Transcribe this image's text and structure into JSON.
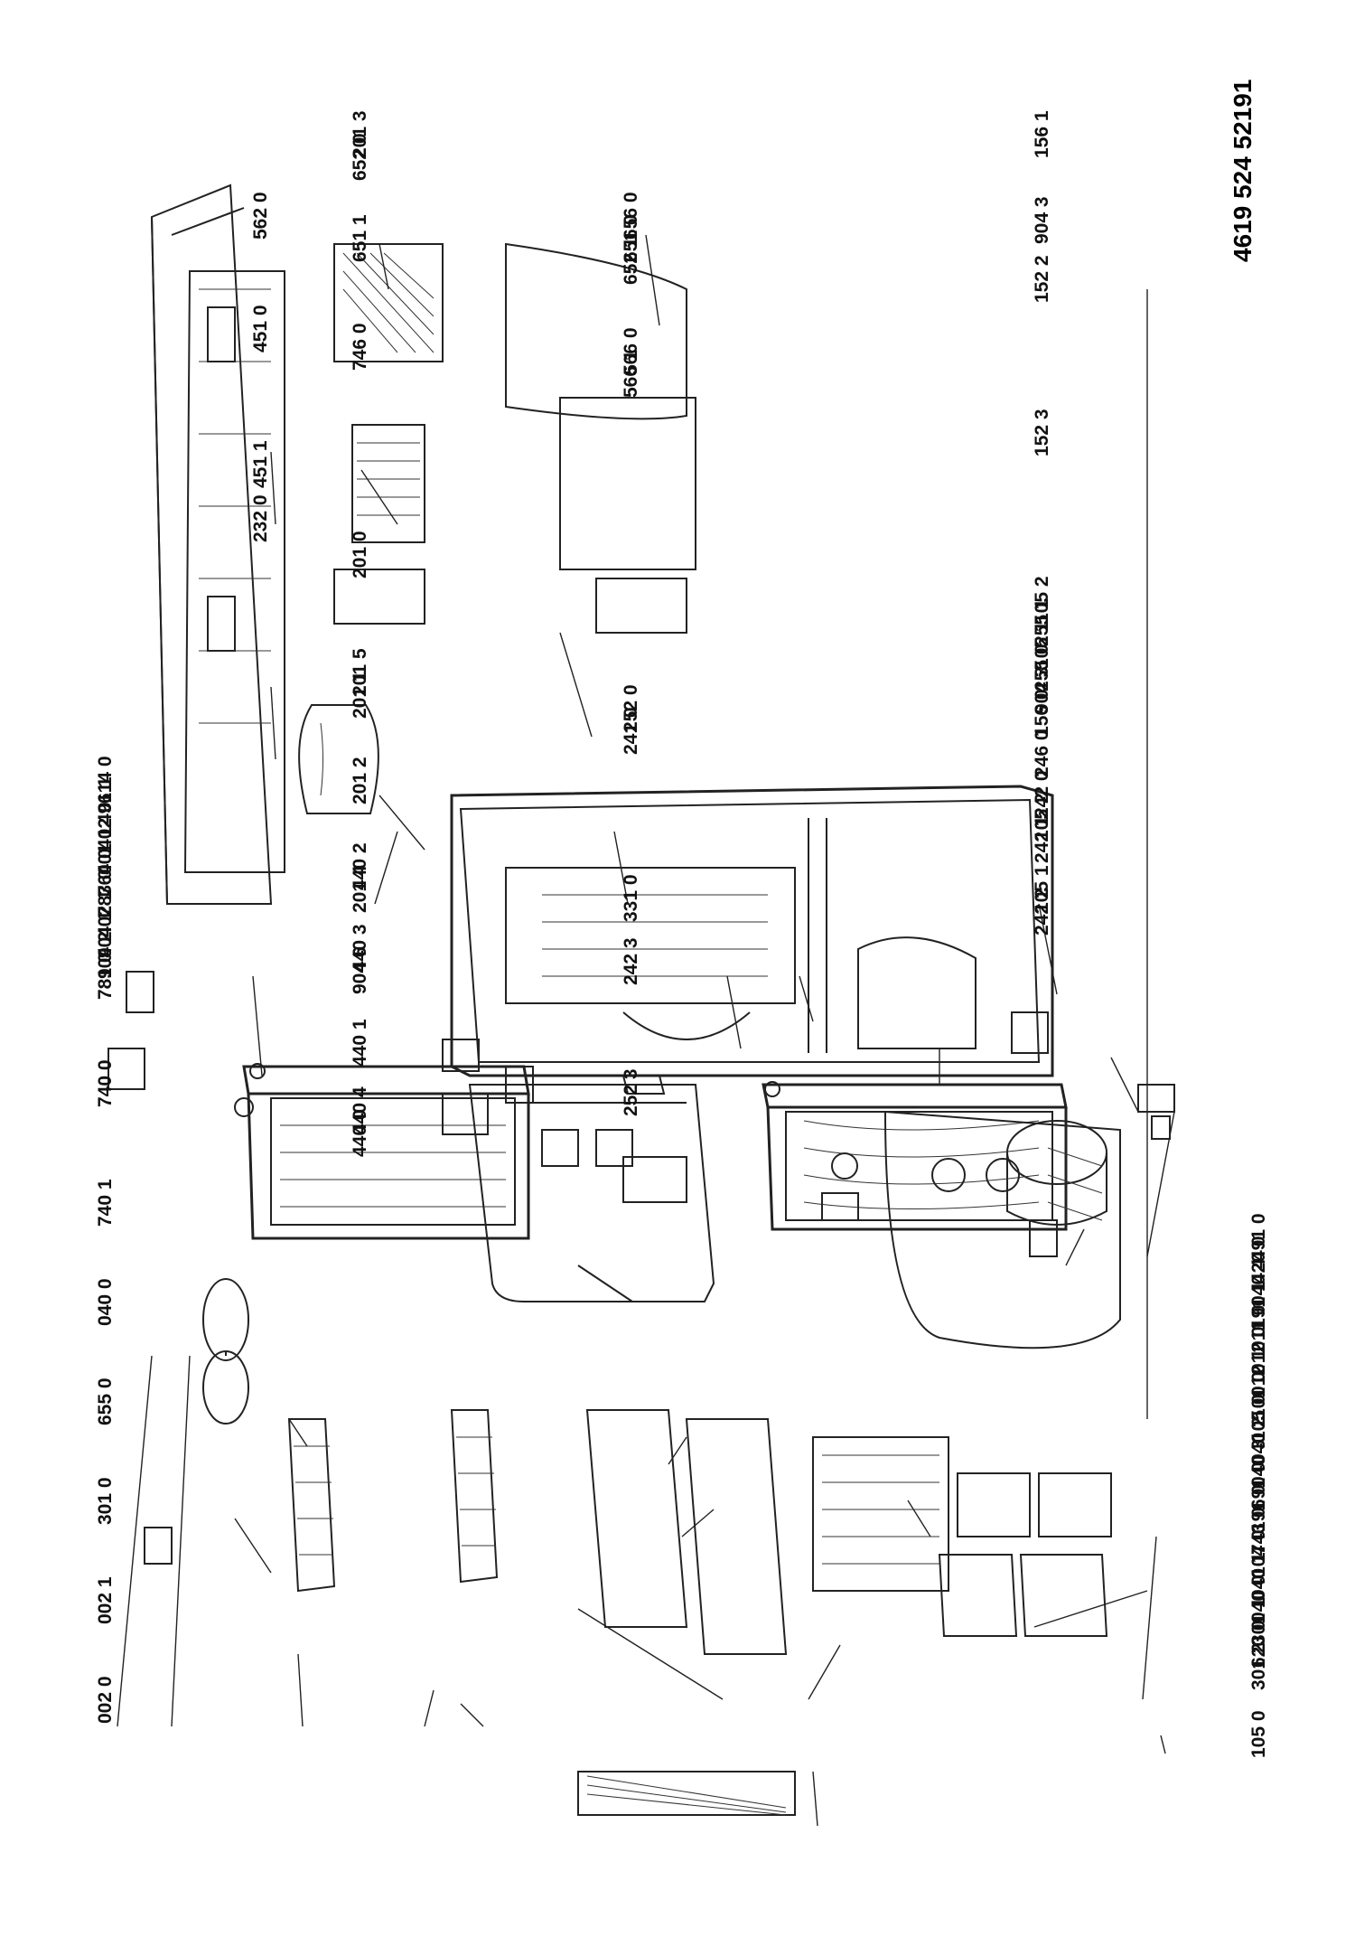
{
  "document_number": "4619 524 52191",
  "labels": {
    "l0020": "002 0",
    "l0021": "002 1",
    "l3010": "301 0",
    "l6550": "655 0",
    "l0400a": "040 0",
    "l7401": "740 1",
    "l7400": "740 0",
    "l7810": "781 0",
    "l9042": "904 2",
    "l9041": "904 1",
    "l4021": "402 1",
    "l7830": "783 0",
    "l7640": "764 0",
    "l0011": "001 1",
    "l4020": "402 0",
    "l4911": "491 1",
    "l6140": "614 0",
    "l1050a": "105 0",
    "l3012": "301 2",
    "l6200": "620 0",
    "l3011": "301 1",
    "l0400b": "040 0",
    "l0401": "040 1",
    "l1040": "104 0",
    "l7430": "743 0",
    "l1910": "191 0",
    "l6910": "691 0",
    "l0403": "040 3",
    "l0402": "040 2",
    "l1050b": "105 0",
    "l1010": "101 0",
    "l0121": "012 1",
    "l0120": "012 0",
    "l0110": "011 0",
    "l1911": "191 1",
    "l0404": "040 4",
    "l4200": "420 0",
    "l4910": "491 0",
    "l1561": "156 1",
    "l9043a": "904 3",
    "l1522": "152 2",
    "l1523": "152 3",
    "l1052a": "105 2",
    "l2551": "255 1",
    "l1051a": "105 1",
    "l2550": "255 0",
    "l9043b": "904 3",
    "l1560": "156 0",
    "l2460": "246 0",
    "l2420": "242 0",
    "l1052b": "105 2",
    "l2421": "242 1",
    "l1051b": "105 1",
    "l2422": "242 2",
    "l6560": "656 0",
    "l6510": "651 0",
    "l6521": "652 1",
    "l5660": "566 0",
    "l5661": "566 1",
    "l2520": "252 0",
    "l2410": "241 0",
    "l3310": "331 0",
    "l2423": "242 3",
    "l2523": "252 3",
    "l2013": "201 3",
    "l6520": "652 0",
    "l6511": "651 1",
    "l5620": "562 0",
    "l4510": "451 0",
    "l4511": "451 1",
    "l2320": "232 0",
    "l7460": "746 0",
    "l2010": "201 0",
    "l2015": "201 5",
    "l2011": "201 1",
    "l2012": "201 2",
    "l4402": "440 2",
    "l2014": "201 4",
    "l4403": "440 3",
    "l9046": "904 6",
    "l4401": "440 1",
    "l4404": "440 4",
    "l4400": "440 0"
  }
}
